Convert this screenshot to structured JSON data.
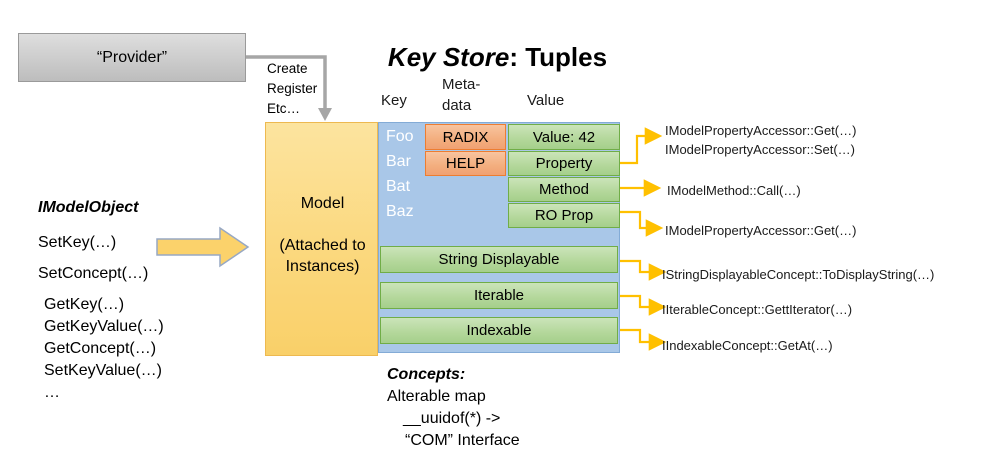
{
  "diagram_title": {
    "emph": "Key Store",
    "rest": ": Tuples"
  },
  "provider": {
    "label": "“Provider”",
    "arrow_caption": [
      "Create",
      "Register",
      "Etc…"
    ]
  },
  "columns": {
    "key": "Key",
    "meta_line1": "Meta-",
    "meta_line2": "data",
    "value": "Value"
  },
  "model_box": {
    "title": "Model",
    "subtitle": "(Attached to Instances)"
  },
  "key_store": {
    "keys": [
      "Foo",
      "Bar",
      "Bat",
      "Baz"
    ],
    "metadata": [
      "RADIX",
      "HELP"
    ],
    "values": [
      "Value: 42",
      "Property",
      "Method",
      "RO Prop"
    ],
    "concept_rows": [
      "String Displayable",
      "Iterable",
      "Indexable"
    ]
  },
  "imodelobject": {
    "title": "IModelObject",
    "methods": [
      "SetKey(…)",
      "SetConcept(…)",
      "GetKey(…)",
      "GetKeyValue(…)",
      "GetConcept(…)",
      "SetKeyValue(…)",
      "…"
    ]
  },
  "api_callouts": {
    "property_get": "IModelPropertyAccessor::Get(…)",
    "property_set": "IModelPropertyAccessor::Set(…)",
    "method_call": "IModelMethod::Call(…)",
    "ro_prop_get": "IModelPropertyAccessor::Get(…)",
    "string_displayable": "IStringDisplayableConcept::ToDisplayString(…)",
    "iterable": "IIterableConcept::GettIterator(…)",
    "indexable": "IIndexableConcept::GetAt(…)"
  },
  "concepts_note": {
    "title": "Concepts:",
    "line1": "Alterable map",
    "line2": "__uuidof(*) ->",
    "line3": "“COM” Interface"
  },
  "colors": {
    "gold_connector": "#FFC000",
    "gray_connector": "#A6A6A6",
    "model_fill": "#FBD87E",
    "blue_fill": "#A9C7E8",
    "green_fill": "#A9D18E",
    "green_border": "#70AD47",
    "salmon_fill": "#F4B183",
    "salmon_border": "#ED7D31",
    "block_arrow_fill": "#FBD26B"
  }
}
